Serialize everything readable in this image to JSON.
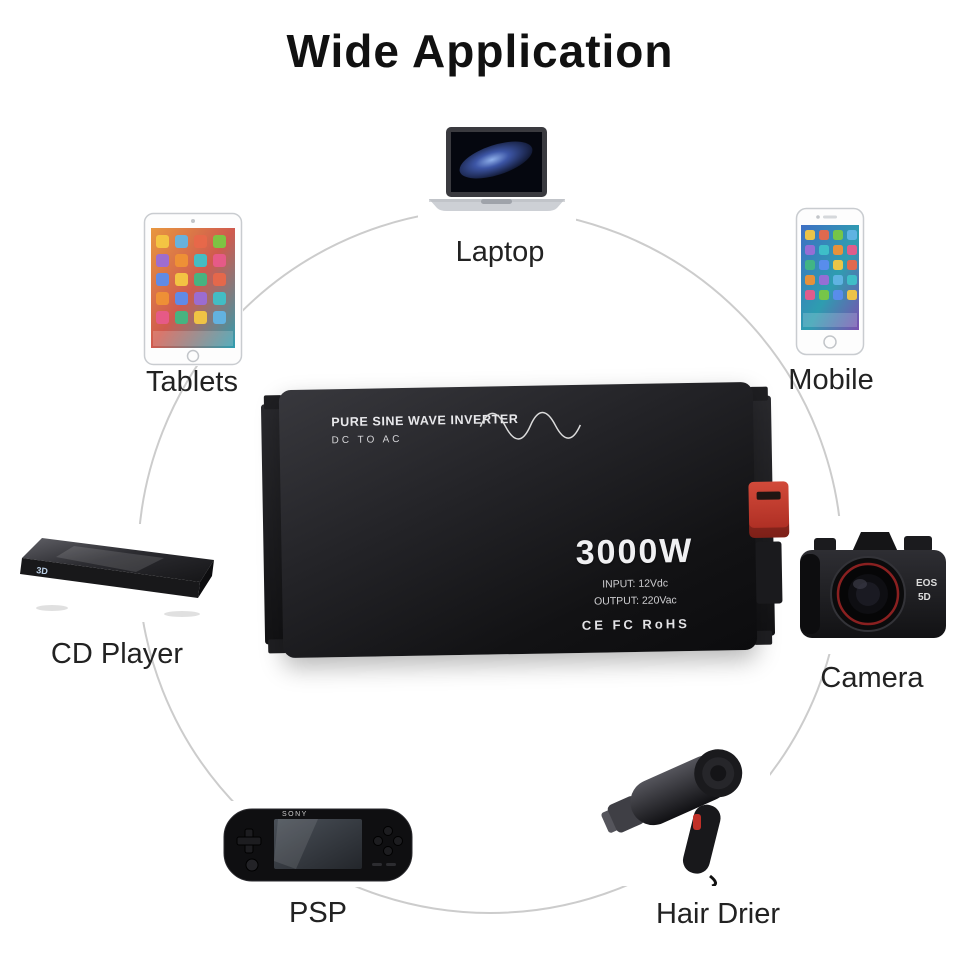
{
  "title": "Wide Application",
  "devices": [
    {
      "id": "laptop",
      "label": "Laptop"
    },
    {
      "id": "tablets",
      "label": "Tablets"
    },
    {
      "id": "mobile",
      "label": "Mobile"
    },
    {
      "id": "cd-player",
      "label": "CD Player",
      "badge": "3D"
    },
    {
      "id": "camera",
      "label": "Camera",
      "badge_top": "EOS",
      "badge_bottom": "5D"
    },
    {
      "id": "psp",
      "label": "PSP",
      "badge": "SONY"
    },
    {
      "id": "hair-drier",
      "label": "Hair Drier"
    }
  ],
  "inverter": {
    "product_line1": "PURE SINE WAVE INVERTER",
    "product_line2": "DC TO AC",
    "power_rating": "3000W",
    "input_spec": "INPUT: 12Vdc",
    "output_spec": "OUTPUT: 220Vac",
    "certifications": "CE FC RoHS"
  },
  "colors": {
    "background": "#ffffff",
    "circle": "#cccccc",
    "title_text": "#111111",
    "label_text": "#222222",
    "inverter_body": "#1a1a1d",
    "accent_red": "#c8372e"
  }
}
